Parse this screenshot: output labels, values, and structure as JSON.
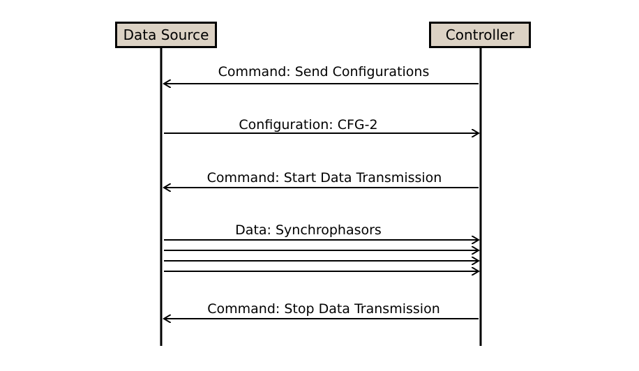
{
  "participants": {
    "left": "Data Source",
    "right": "Controller"
  },
  "colors": {
    "box_fill": "#dcd2c4",
    "line": "#000000"
  },
  "messages": [
    {
      "label": "Command: Send Configurations",
      "direction": "right-to-left",
      "arrows": 1
    },
    {
      "label": "Configuration: CFG-2",
      "direction": "left-to-right",
      "arrows": 1
    },
    {
      "label": "Command: Start Data Transmission",
      "direction": "right-to-left",
      "arrows": 1
    },
    {
      "label": "Data: Synchrophasors",
      "direction": "left-to-right",
      "arrows": 4
    },
    {
      "label": "Command: Stop Data Transmission",
      "direction": "right-to-left",
      "arrows": 1
    }
  ]
}
